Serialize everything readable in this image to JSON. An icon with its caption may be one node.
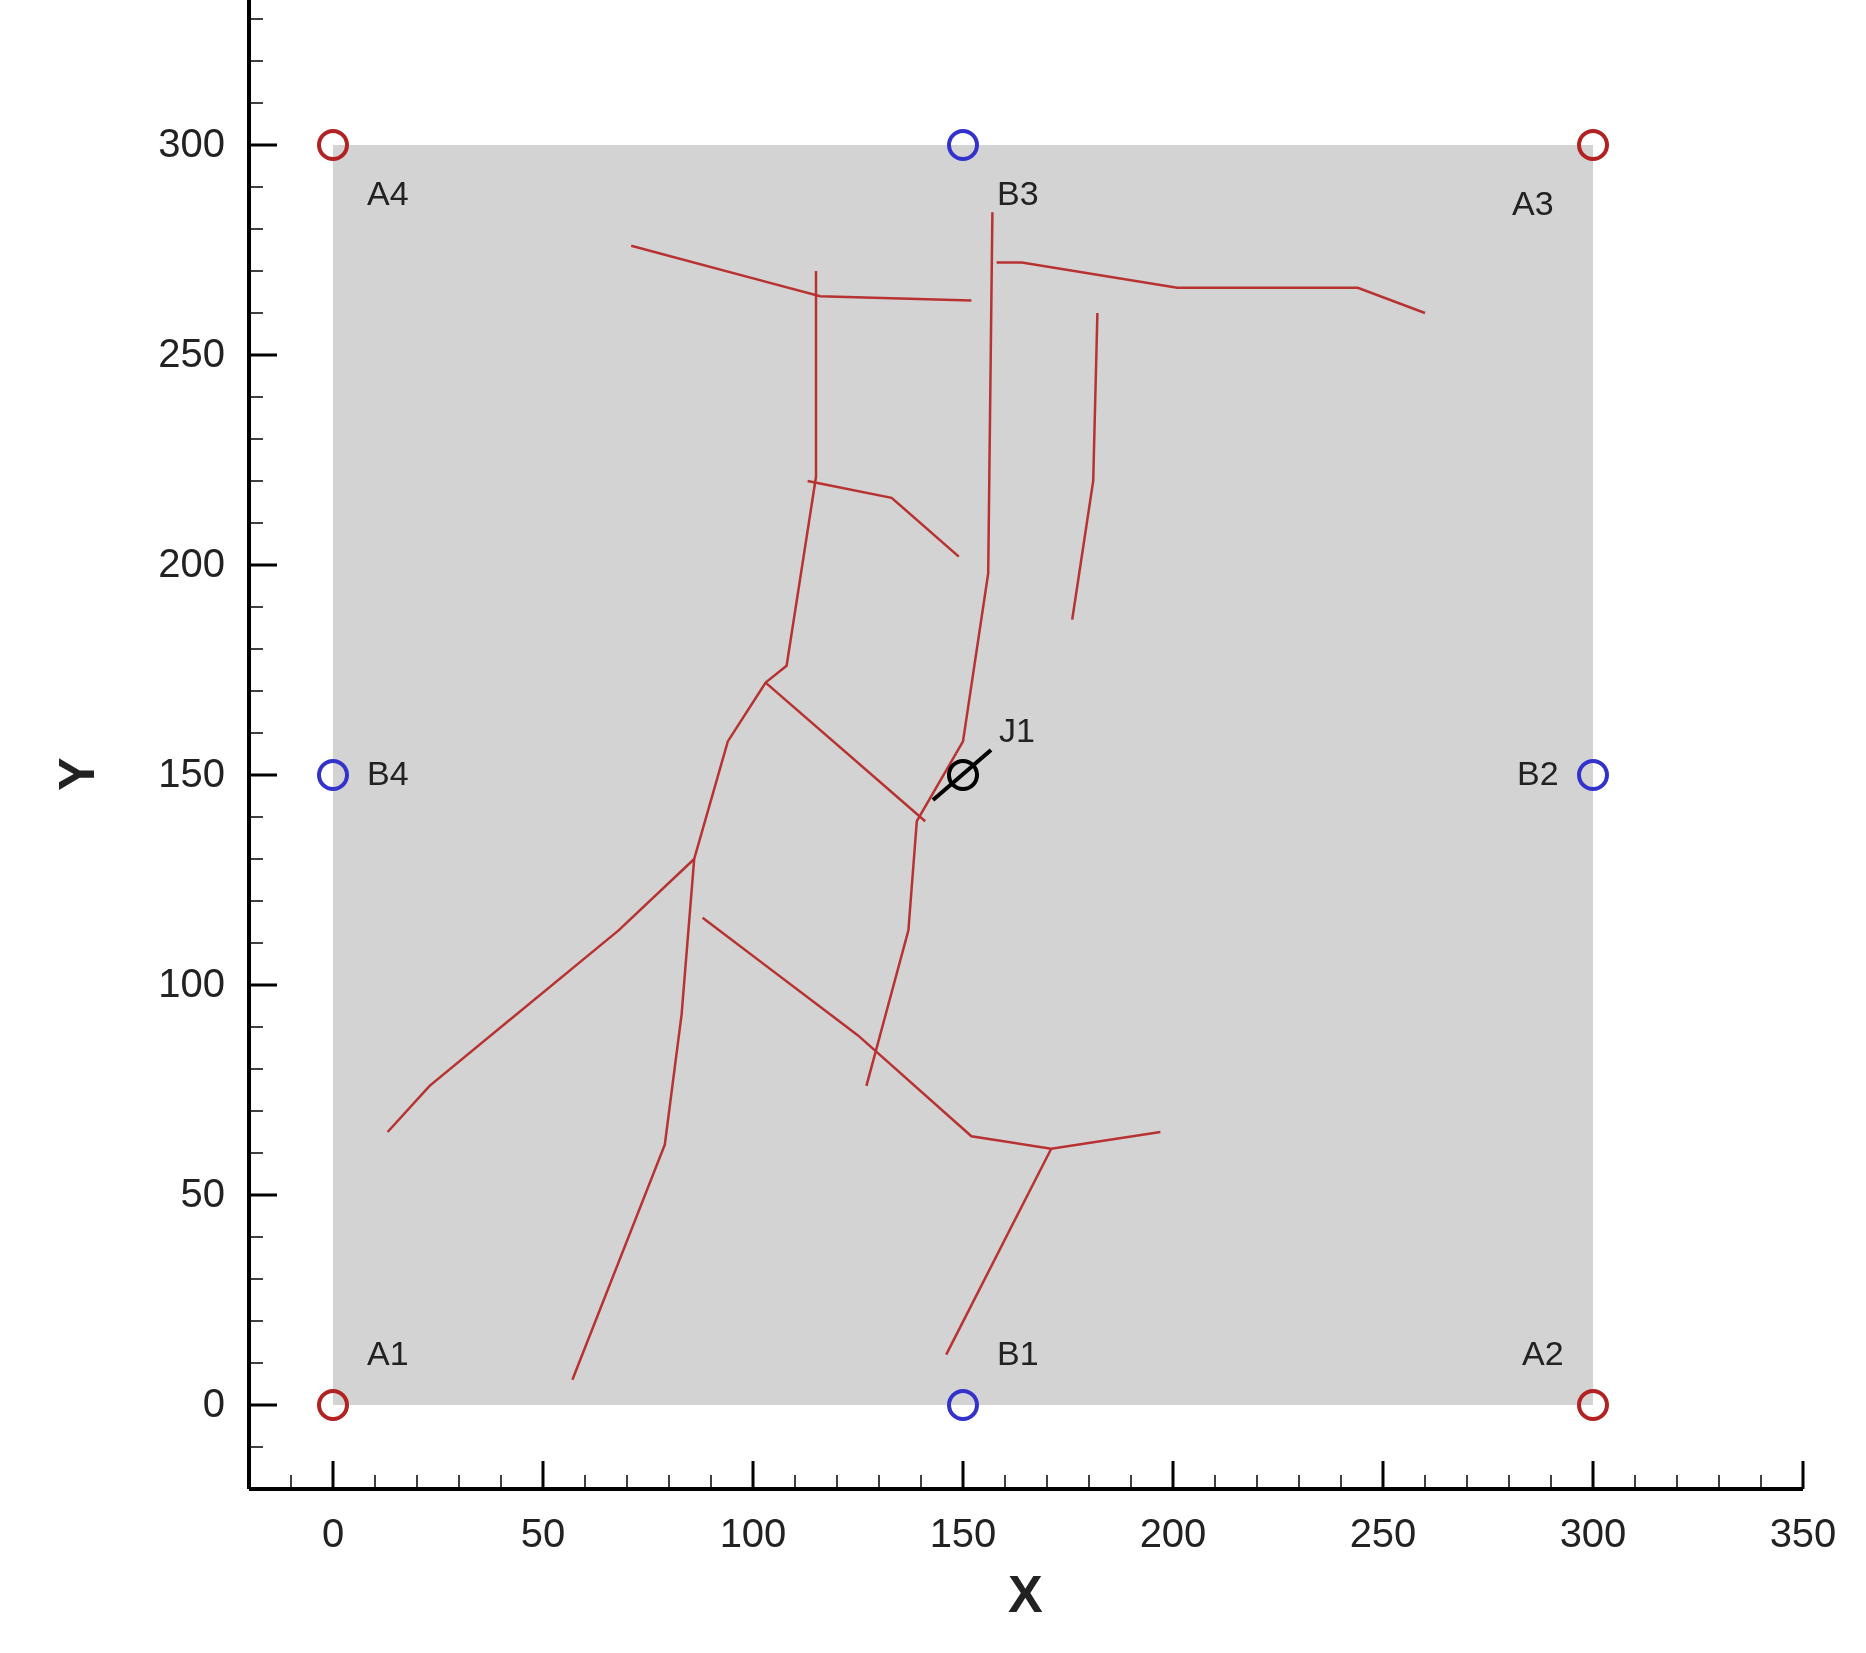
{
  "diagram": {
    "nodes": [
      {
        "text": [],
        "shape": "circle",
        "beside": [
          "A4"
        ]
      },
      {
        "text": [],
        "shape": "circle",
        "beside": [
          "B3"
        ]
      },
      {
        "text": [],
        "shape": "circle",
        "beside": [
          "A3"
        ]
      },
      {
        "text": [],
        "shape": "circle",
        "beside": [
          "B4"
        ]
      },
      {
        "text": [],
        "shape": "circle",
        "beside": [
          "J1"
        ]
      },
      {
        "text": [],
        "shape": "circle",
        "beside": [
          "B2"
        ]
      },
      {
        "text": [],
        "shape": "circle",
        "beside": [
          "A1"
        ]
      },
      {
        "text": [],
        "shape": "circle",
        "beside": [
          "B1"
        ]
      },
      {
        "text": [],
        "shape": "circle",
        "beside": [
          "A2"
        ]
      }
    ],
    "labels": [
      "300",
      "250",
      "200",
      "Y",
      "150",
      "100",
      "50",
      "0",
      "0",
      "50",
      "100",
      "150",
      "200",
      "250",
      "300",
      "350",
      "X"
    ]
  }
}
